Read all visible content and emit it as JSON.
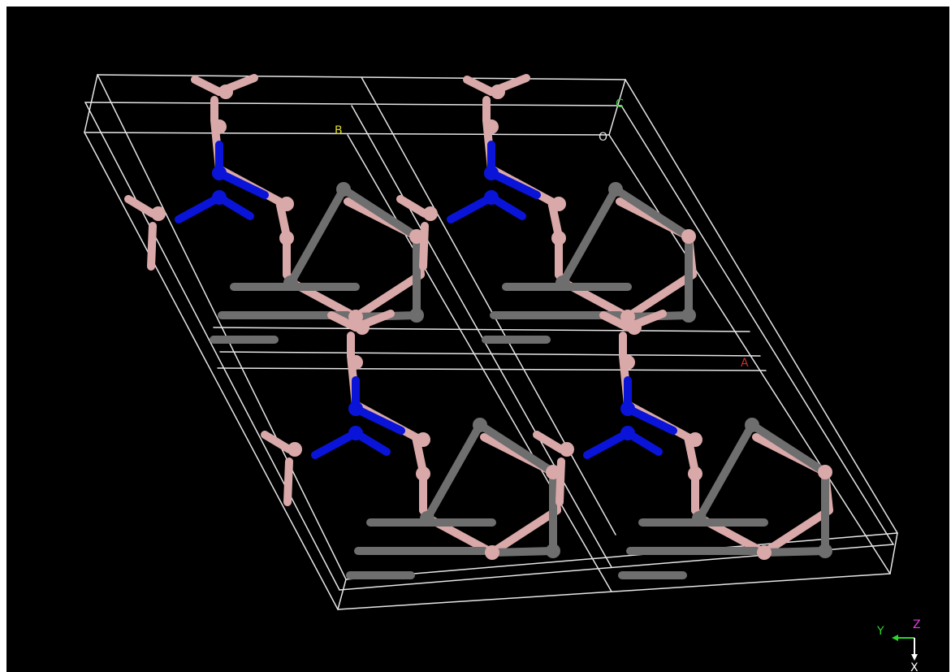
{
  "viewer": {
    "background": "#000000",
    "lattice_labels": {
      "a": "A",
      "b": "B",
      "c": "C",
      "origin": "O"
    },
    "axis_triad": {
      "x": "X",
      "y": "Y",
      "z": "Z"
    },
    "colors": {
      "cell_edges": "#e6e6e6",
      "boron_atoms": "#d9a8a8",
      "carbon_atoms": "#6e6e6e",
      "nitrogen_atoms": "#0a14d8",
      "label_a": "#c83030",
      "label_b": "#dcdc30",
      "label_c": "#30c830",
      "axis_x": "#ffffff",
      "axis_y": "#2ad82a",
      "axis_z": "#e040e0"
    }
  }
}
